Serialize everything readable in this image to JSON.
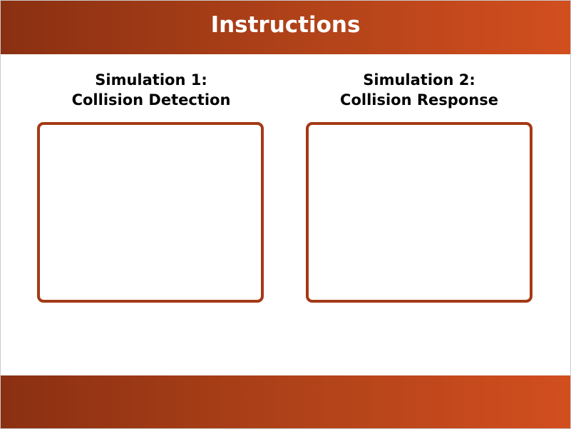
{
  "header": {
    "title": "Instructions"
  },
  "simulations": [
    {
      "heading_line1": "Simulation 1:",
      "heading_line2": "Collision Detection"
    },
    {
      "heading_line1": "Simulation 2:",
      "heading_line2": "Collision Response"
    }
  ],
  "colors": {
    "banner_start": "#8a3012",
    "banner_end": "#d24e1f",
    "frame_border": "#a33a16",
    "title_text": "#ffffff",
    "heading_text": "#000000"
  }
}
